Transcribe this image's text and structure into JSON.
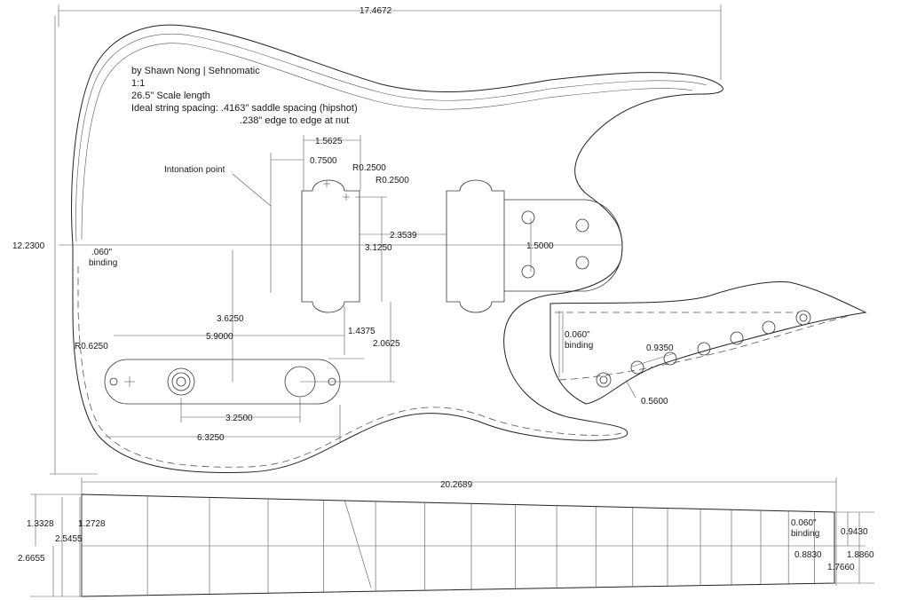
{
  "notes": {
    "author": "by Shawn Nong | Sehnomatic",
    "scale": "1:1",
    "scale_length": "26.5\" Scale length",
    "spacing_line1": "Ideal string spacing: .4163\" saddle spacing (hipshot)",
    "spacing_line2": ".238\" edge to edge at nut"
  },
  "labels": {
    "intonation": "Intonation point",
    "binding_body_value": ".060\"",
    "binding_body_word": "binding",
    "binding_head_value": "0.060\"",
    "binding_head_word": "binding",
    "binding_neck_value": "0.060\"",
    "binding_neck_word": "binding"
  },
  "dimensions": {
    "body_length": "17.4672",
    "body_width": "12.2300",
    "d1_5625": "1.5625",
    "d0_7500": "0.7500",
    "r0_2500_a": "R0.2500",
    "r0_2500_b": "R0.2500",
    "d2_3539": "2.3539",
    "d3_1250": "3.1250",
    "d1_5000": "1.5000",
    "d3_6250": "3.6250",
    "d5_9000": "5.9000",
    "d1_4375": "1.4375",
    "d2_0625": "2.0625",
    "r0_6250": "R0.6250",
    "d3_2500": "3.2500",
    "d6_3250": "6.3250",
    "d0_9350": "0.9350",
    "d0_5600": "0.5600",
    "neck_length": "20.2689",
    "d1_3328": "1.3328",
    "d1_2728": "1.2728",
    "d2_5455": "2.5455",
    "d2_6655": "2.6655",
    "d0_9430": "0.9430",
    "d0_8830": "0.8830",
    "d1_8860": "1.8860",
    "d1_7660": "1.7660"
  }
}
